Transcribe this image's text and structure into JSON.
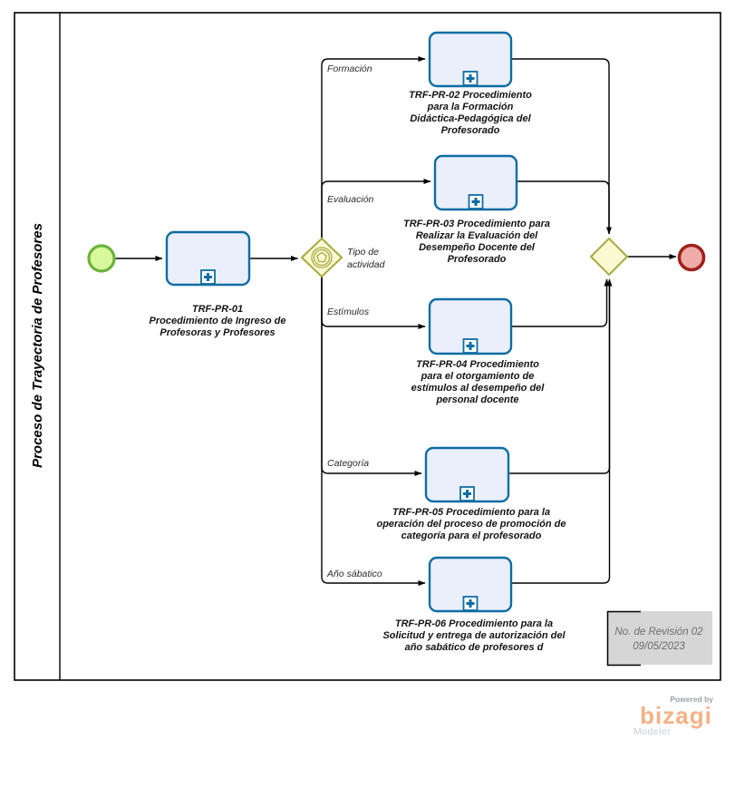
{
  "diagram": {
    "pool_title": "Proceso de Trayectoria de Profesores",
    "gateway1_label": {
      "line1": "Tipo de",
      "line2": "actividad"
    },
    "branches": {
      "formacion": "Formación",
      "evaluacion": "Evaluación",
      "estimulos": "Estímulos",
      "categoria": "Categoría",
      "ano_sabatico": "Año sábatico"
    },
    "tasks": [
      {
        "lines": [
          "TRF-PR-01",
          "Procedimiento de Ingreso de",
          "Profesoras y Profesores"
        ]
      },
      {
        "lines": [
          "TRF-PR-02 Procedimiento",
          "para la Formación",
          "Didáctica-Pedagógica del",
          "Profesorado"
        ]
      },
      {
        "lines": [
          "TRF-PR-03 Procedimiento para",
          "Realizar la Evaluación del",
          "Desempeño Docente del",
          "Profesorado"
        ]
      },
      {
        "lines": [
          "TRF-PR-04 Procedimiento",
          "para el otorgamiento de",
          "estímulos al desempeño del",
          "personal docente"
        ]
      },
      {
        "lines": [
          "TRF-PR-05 Procedimiento para la",
          "operación del proceso de promoción de",
          "categoría para el profesorado"
        ]
      },
      {
        "lines": [
          "TRF-PR-06 Procedimiento para la",
          "Solicitud y entrega de autorización del",
          "año sabático de profesores d"
        ]
      }
    ]
  },
  "annotation": {
    "line1": "No. de Revisión 02",
    "line2": "09/05/2023"
  },
  "branding": {
    "powered_by": "Powered by",
    "logo_text": "bizagi",
    "product": "Modeler"
  },
  "colors": {
    "task_fill": "#EAEFFB",
    "task_border": "#0E6DA4",
    "start_fill": "#D9F79B",
    "start_border": "#6CB33E",
    "end_fill": "#F0ACA9",
    "end_border": "#9E221C",
    "gateway_fill": "#FAFAD2",
    "gateway_border": "#A9A944",
    "annotation_fill": "#D6D6D6",
    "annotation_text": "#6E6E6E",
    "flow": "#000000",
    "logo_orange": "#F5B185",
    "powered_gray": "#9AA0A6",
    "modeler_gray": "#C9CED3"
  }
}
